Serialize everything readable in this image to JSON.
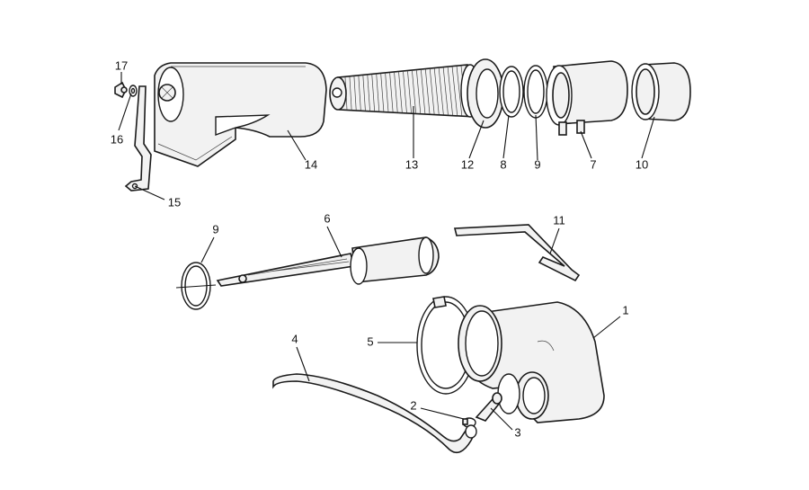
{
  "callouts": [
    {
      "id": "c1",
      "label": "1"
    },
    {
      "id": "c2",
      "label": "2"
    },
    {
      "id": "c3",
      "label": "3"
    },
    {
      "id": "c4",
      "label": "4"
    },
    {
      "id": "c5",
      "label": "5"
    },
    {
      "id": "c6",
      "label": "6"
    },
    {
      "id": "c7",
      "label": "7"
    },
    {
      "id": "c8",
      "label": "8"
    },
    {
      "id": "c9a",
      "label": "9"
    },
    {
      "id": "c9b",
      "label": "9"
    },
    {
      "id": "c10",
      "label": "10"
    },
    {
      "id": "c11",
      "label": "11"
    },
    {
      "id": "c12",
      "label": "12"
    },
    {
      "id": "c13",
      "label": "13"
    },
    {
      "id": "c14",
      "label": "14"
    },
    {
      "id": "c15",
      "label": "15"
    },
    {
      "id": "c16",
      "label": "16"
    },
    {
      "id": "c17",
      "label": "17"
    }
  ],
  "colors": {
    "line": "#1a1a1a",
    "shade": "#f2f2f2",
    "background": "#ffffff"
  }
}
